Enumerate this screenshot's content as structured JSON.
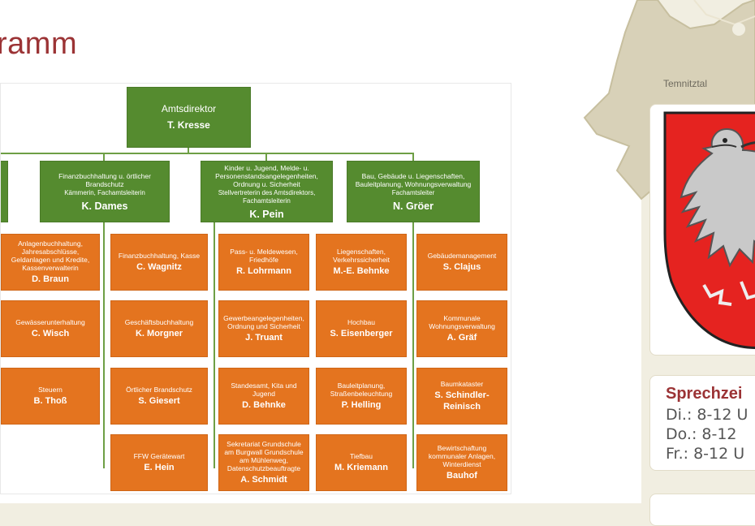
{
  "page": {
    "title": "ramm"
  },
  "org_chart": {
    "director": {
      "role": "Amtsdirektor",
      "name": "T. Kresse"
    },
    "departments": [
      {
        "role": "Finanzbuchhaltung u. örtlicher Brandschutz",
        "sub": "Kämmerin, Fachamtsleiterin",
        "name": "K. Dames"
      },
      {
        "role": "Kinder u. Jugend, Melde- u. Personenstandsangelegenheiten, Ordnung u. Sicherheit",
        "sub": "Stellvertreterin des Amtsdirektors, Fachamtsleiterin",
        "name": "K. Pein"
      },
      {
        "role": "Bau, Gebäude u. Liegenschaften, Bauleitplanung, Wohnungsverwaltung",
        "sub": "Fachamtsleiter",
        "name": "N. Gröer"
      }
    ],
    "units": [
      {
        "role": "Anlagenbuchhaltung, Jahresabschlüsse, Geldanlagen und Kredite, Kassenverwalterin",
        "name": "D. Braun"
      },
      {
        "role": "Gewässerunterhaltung",
        "name": "C. Wisch"
      },
      {
        "role": "Steuern",
        "name": "B. Thoß"
      },
      {
        "role": "Finanzbuchhaltung, Kasse",
        "name": "C. Wagnitz"
      },
      {
        "role": "Geschäftsbuchhaltung",
        "name": "K. Morgner"
      },
      {
        "role": "Örtlicher Brandschutz",
        "name": "S. Giesert"
      },
      {
        "role": "FFW Gerätewart",
        "name": "E. Hein"
      },
      {
        "role": "Pass- u. Meldewesen, Friedhöfe",
        "name": "R. Lohrmann"
      },
      {
        "role": "Gewerbeangelegenheiten, Ordnung und Sicherheit",
        "name": "J. Truant"
      },
      {
        "role": "Standesamt, Kita und Jugend",
        "name": "D. Behnke"
      },
      {
        "role": "Sekretariat Grundschule am Burgwall Grundschule am Mühlenweg, Datenschutzbeauftragte",
        "name": "A. Schmidt"
      },
      {
        "role": "Liegenschaften, Verkehrssicherheit",
        "name": "M.-E. Behnke"
      },
      {
        "role": "Hochbau",
        "name": "S. Eisenberger"
      },
      {
        "role": "Bauleitplanung, Straßenbeleuchtung",
        "name": "P. Helling"
      },
      {
        "role": "Tiefbau",
        "name": "M. Kriemann"
      },
      {
        "role": "Gebäudemanagement",
        "name": "S. Clajus"
      },
      {
        "role": "Kommunale Wohnungsverwaltung",
        "name": "A. Gräf"
      },
      {
        "role": "Baumkataster",
        "name": "S. Schindler-Reinisch"
      },
      {
        "role": "Bewirtschaftung kommunaler Anlagen, Winterdienst",
        "name": "Bauhof"
      }
    ]
  },
  "sidebar": {
    "map_label": "Temnitztal",
    "hours": {
      "title": "Sprechzei",
      "lines": [
        "Di.: 8-12 U",
        "Do.: 8-12",
        "Fr.: 8-12 U"
      ]
    }
  },
  "colors": {
    "accent": "#9b3335",
    "green": "#558b2f",
    "orange": "#e4741f",
    "map": "#d8d1b8"
  }
}
